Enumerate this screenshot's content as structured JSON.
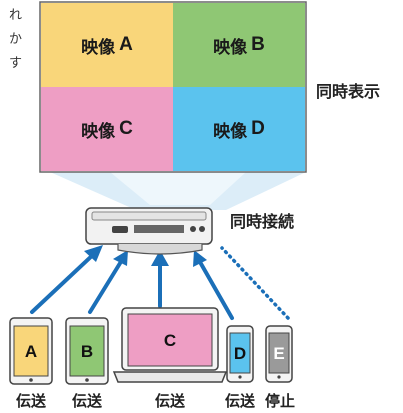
{
  "side_text": [
    "れ",
    "か",
    "す"
  ],
  "screen": {
    "panels": [
      {
        "text": "映像",
        "letter": "A",
        "color": "#f9d67a"
      },
      {
        "text": "映像",
        "letter": "B",
        "color": "#8fc774"
      },
      {
        "text": "映像",
        "letter": "C",
        "color": "#ee9ec4"
      },
      {
        "text": "映像",
        "letter": "D",
        "color": "#5bc3ee"
      }
    ],
    "label": "同時表示"
  },
  "projector": {
    "label": "同時接続"
  },
  "devices": [
    {
      "letter": "A",
      "color": "#f9d67a",
      "caption": "伝送"
    },
    {
      "letter": "B",
      "color": "#8fc774",
      "caption": "伝送"
    },
    {
      "letter": "C",
      "color": "#ee9ec4",
      "caption": "伝送"
    },
    {
      "letter": "D",
      "color": "#5bc3ee",
      "caption": "伝送"
    },
    {
      "letter": "E",
      "color": "#9a9a9a",
      "caption": "停止"
    }
  ],
  "colors": {
    "arrow": "#1b6fb8",
    "dotted": "#1b6fb8",
    "beam": "#cfe6f5"
  }
}
